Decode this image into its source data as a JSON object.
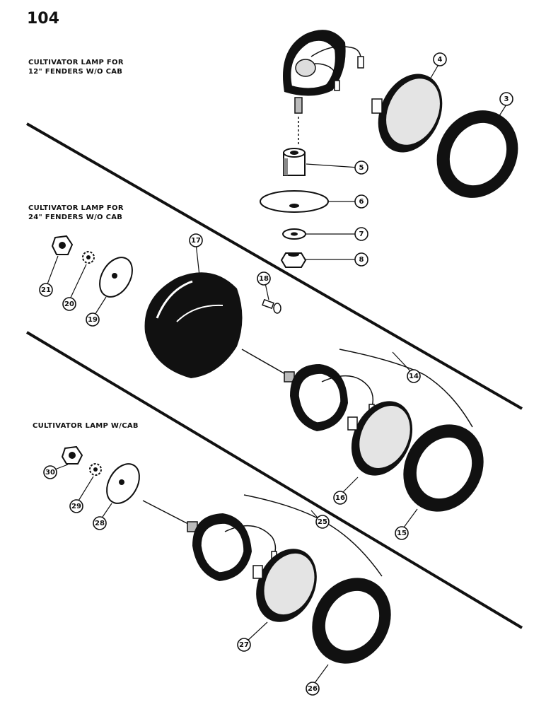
{
  "page": {
    "number": "104"
  },
  "sections": [
    {
      "title_lines": [
        "CULTIVATOR LAMP FOR",
        "12\" FENDERS W/O CAB"
      ]
    },
    {
      "title_lines": [
        "CULTIVATOR LAMP FOR",
        "24\" FENDERS W/O CAB"
      ]
    },
    {
      "title_lines": [
        "CULTIVATOR LAMP W/CAB"
      ]
    }
  ],
  "callouts": [
    "3",
    "4",
    "5",
    "6",
    "7",
    "8",
    "14",
    "15",
    "16",
    "17",
    "18",
    "19",
    "20",
    "21",
    "25",
    "26",
    "27",
    "28",
    "29",
    "30"
  ],
  "colors": {
    "ink": "#111111",
    "paper": "#ffffff"
  }
}
